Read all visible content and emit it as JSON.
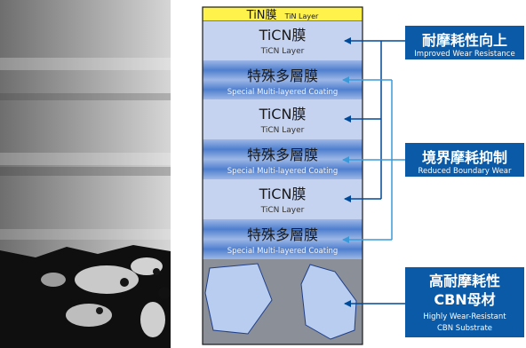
{
  "layers": [
    {
      "jp": "TiN膜",
      "en": "TiN Layer"
    },
    {
      "jp": "TiCN膜",
      "en": "TiCN Layer"
    },
    {
      "jp": "特殊多層膜",
      "en": "Special Multi-layered Coating"
    },
    {
      "jp": "TiCN膜",
      "en": "TiCN Layer"
    },
    {
      "jp": "特殊多層膜",
      "en": "Special Multi-layered Coating"
    },
    {
      "jp": "TiCN膜",
      "en": "TiCN Layer"
    },
    {
      "jp": "特殊多層膜",
      "en": "Special Multi-layered Coating"
    }
  ],
  "callouts": {
    "wear": {
      "jp": "耐摩耗性向上",
      "en": "Improved Wear Resistance"
    },
    "boundary": {
      "jp": "境界摩耗抑制",
      "en": "Reduced Boundary Wear"
    },
    "substrate": {
      "jp1": "高耐摩耗性",
      "jp2": "CBN母材",
      "en1": "Highly Wear-Resistant",
      "en2": "CBN Substrate"
    }
  },
  "colors": {
    "dark_blue": "#004a9a",
    "callout_blue": "#0a5aa8",
    "light_blue": "#3a9ad9",
    "layer_fill": "#c5d3f0",
    "tin_fill": "#fff24a",
    "substrate_gray": "#8a8f98",
    "grain_fill": "#b8cdf0"
  }
}
